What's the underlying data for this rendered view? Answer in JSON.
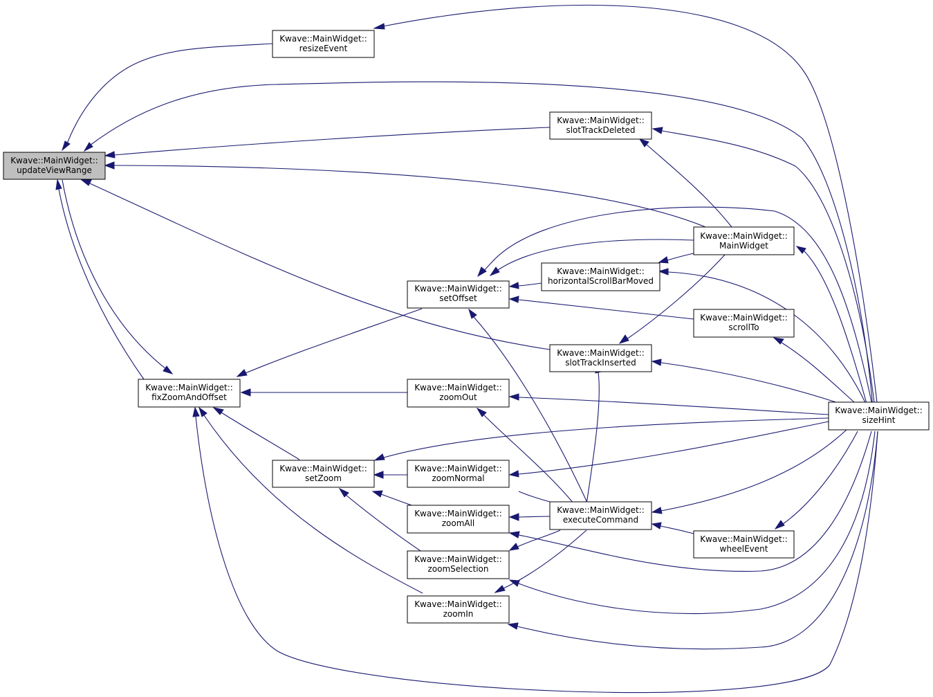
{
  "colors": {
    "edge": "#191970",
    "node_fill": "#ffffff",
    "highlight_fill": "#bfbfbf",
    "border": "#000000"
  },
  "nodes": {
    "updateViewRange": {
      "line1": "Kwave::MainWidget::",
      "line2": "updateViewRange",
      "highlight": true
    },
    "resizeEvent": {
      "line1": "Kwave::MainWidget::",
      "line2": "resizeEvent"
    },
    "slotTrackDeleted": {
      "line1": "Kwave::MainWidget::",
      "line2": "slotTrackDeleted"
    },
    "MainWidget": {
      "line1": "Kwave::MainWidget::",
      "line2": "MainWidget"
    },
    "horizontalScrollBarMoved": {
      "line1": "Kwave::MainWidget::",
      "line2": "horizontalScrollBarMoved"
    },
    "setOffset": {
      "line1": "Kwave::MainWidget::",
      "line2": "setOffset"
    },
    "scrollTo": {
      "line1": "Kwave::MainWidget::",
      "line2": "scrollTo"
    },
    "slotTrackInserted": {
      "line1": "Kwave::MainWidget::",
      "line2": "slotTrackInserted"
    },
    "fixZoomAndOffset": {
      "line1": "Kwave::MainWidget::",
      "line2": "fixZoomAndOffset"
    },
    "zoomOut": {
      "line1": "Kwave::MainWidget::",
      "line2": "zoomOut"
    },
    "sizeHint": {
      "line1": "Kwave::MainWidget::",
      "line2": "sizeHint"
    },
    "setZoom": {
      "line1": "Kwave::MainWidget::",
      "line2": "setZoom"
    },
    "zoomNormal": {
      "line1": "Kwave::MainWidget::",
      "line2": "zoomNormal"
    },
    "zoomAll": {
      "line1": "Kwave::MainWidget::",
      "line2": "zoomAll"
    },
    "executeCommand": {
      "line1": "Kwave::MainWidget::",
      "line2": "executeCommand"
    },
    "zoomSelection": {
      "line1": "Kwave::MainWidget::",
      "line2": "zoomSelection"
    },
    "wheelEvent": {
      "line1": "Kwave::MainWidget::",
      "line2": "wheelEvent"
    },
    "zoomIn": {
      "line1": "Kwave::MainWidget::",
      "line2": "zoomIn"
    }
  },
  "edges": [
    {
      "from": "resizeEvent",
      "to": "updateViewRange"
    },
    {
      "from": "sizeHint",
      "to": "resizeEvent"
    },
    {
      "from": "sizeHint",
      "to": "updateViewRange"
    },
    {
      "from": "slotTrackDeleted",
      "to": "updateViewRange"
    },
    {
      "from": "MainWidget",
      "to": "updateViewRange"
    },
    {
      "from": "slotTrackInserted",
      "to": "updateViewRange"
    },
    {
      "from": "fixZoomAndOffset",
      "to": "updateViewRange"
    },
    {
      "from": "updateViewRange",
      "to": "fixZoomAndOffset"
    },
    {
      "from": "setOffset",
      "to": "fixZoomAndOffset"
    },
    {
      "from": "zoomOut",
      "to": "fixZoomAndOffset"
    },
    {
      "from": "setZoom",
      "to": "fixZoomAndOffset"
    },
    {
      "from": "zoomIn",
      "to": "fixZoomAndOffset"
    },
    {
      "from": "sizeHint",
      "to": "fixZoomAndOffset"
    },
    {
      "from": "MainWidget",
      "to": "slotTrackDeleted"
    },
    {
      "from": "sizeHint",
      "to": "slotTrackDeleted"
    },
    {
      "from": "sizeHint",
      "to": "MainWidget"
    },
    {
      "from": "MainWidget",
      "to": "horizontalScrollBarMoved"
    },
    {
      "from": "sizeHint",
      "to": "horizontalScrollBarMoved"
    },
    {
      "from": "horizontalScrollBarMoved",
      "to": "setOffset"
    },
    {
      "from": "MainWidget",
      "to": "setOffset"
    },
    {
      "from": "sizeHint",
      "to": "setOffset"
    },
    {
      "from": "scrollTo",
      "to": "setOffset"
    },
    {
      "from": "executeCommand",
      "to": "setOffset"
    },
    {
      "from": "sizeHint",
      "to": "scrollTo"
    },
    {
      "from": "MainWidget",
      "to": "slotTrackInserted"
    },
    {
      "from": "sizeHint",
      "to": "slotTrackInserted"
    },
    {
      "from": "executeCommand",
      "to": "slotTrackInserted"
    },
    {
      "from": "sizeHint",
      "to": "zoomOut"
    },
    {
      "from": "executeCommand",
      "to": "zoomOut"
    },
    {
      "from": "sizeHint",
      "to": "setZoom"
    },
    {
      "from": "zoomNormal",
      "to": "setZoom"
    },
    {
      "from": "zoomAll",
      "to": "setZoom"
    },
    {
      "from": "zoomSelection",
      "to": "setZoom"
    },
    {
      "from": "sizeHint",
      "to": "zoomNormal"
    },
    {
      "from": "executeCommand",
      "to": "zoomNormal"
    },
    {
      "from": "executeCommand",
      "to": "zoomAll"
    },
    {
      "from": "sizeHint",
      "to": "zoomAll"
    },
    {
      "from": "sizeHint",
      "to": "executeCommand"
    },
    {
      "from": "wheelEvent",
      "to": "executeCommand"
    },
    {
      "from": "executeCommand",
      "to": "zoomSelection"
    },
    {
      "from": "sizeHint",
      "to": "zoomSelection"
    },
    {
      "from": "sizeHint",
      "to": "wheelEvent"
    },
    {
      "from": "executeCommand",
      "to": "zoomIn"
    },
    {
      "from": "sizeHint",
      "to": "zoomIn"
    }
  ]
}
